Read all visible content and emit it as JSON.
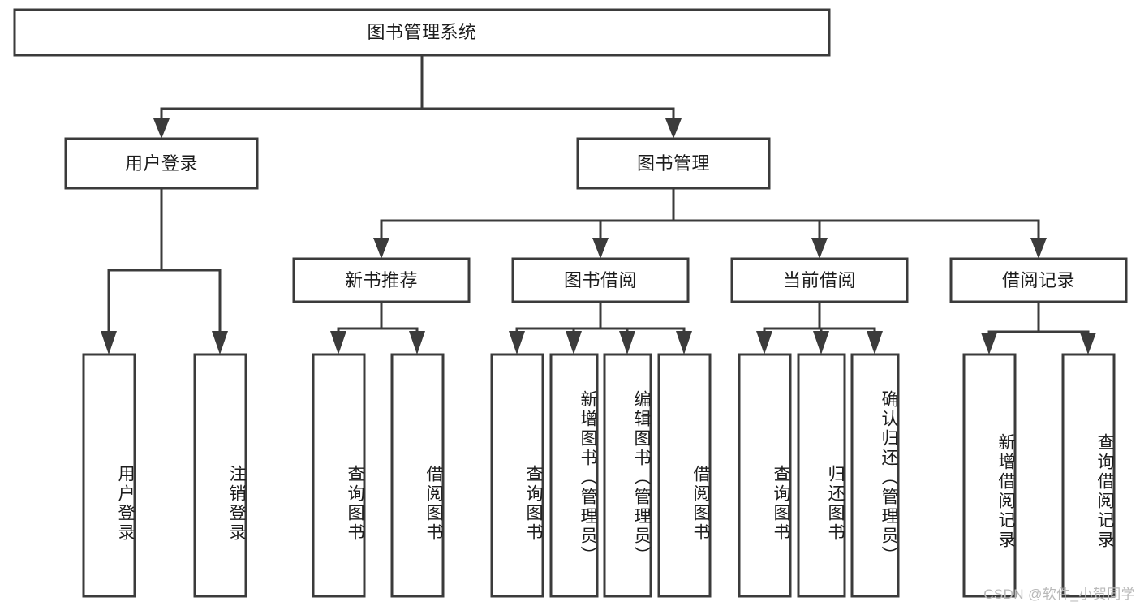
{
  "diagram": {
    "type": "hierarchy-tree",
    "title": "图书管理系统",
    "watermark": "CSDN @软件_小贺同学",
    "colors": {
      "stroke": "#3b3b3b",
      "fill": "#ffffff",
      "text": "#1c1c1c",
      "watermark": "#b9b9b9"
    },
    "nodes": {
      "root": "图书管理系统",
      "level2": {
        "user_login": "用户登录",
        "book_manage": "图书管理"
      },
      "level3": {
        "new_book_rec": "新书推荐",
        "book_borrow": "图书借阅",
        "current_borrow": "当前借阅",
        "borrow_record": "借阅记录"
      },
      "leaves": {
        "user_login_1": "用户登录",
        "user_login_2": "注销登录",
        "new_book_rec_1": "查询图书",
        "new_book_rec_2": "借阅图书",
        "book_borrow_1": "查询图书",
        "book_borrow_2": "新增图书（管理员）",
        "book_borrow_3": "编辑图书（管理员）",
        "book_borrow_4": "借阅图书",
        "current_borrow_1": "查询图书",
        "current_borrow_2": "归还图书",
        "current_borrow_3": "确认归还（管理员）",
        "borrow_record_1": "新增借阅记录",
        "borrow_record_2": "查询借阅记录"
      }
    }
  }
}
